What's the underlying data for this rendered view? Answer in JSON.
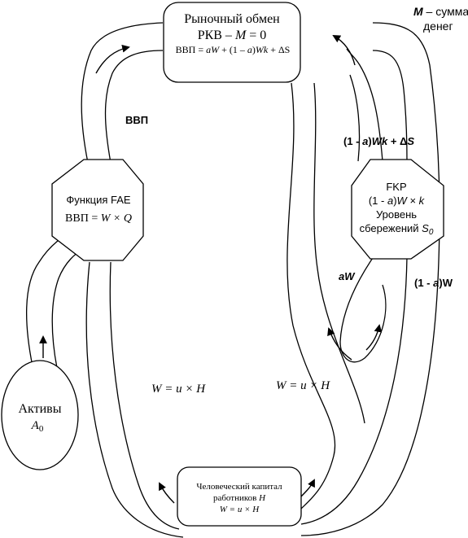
{
  "market": {
    "title": "Рыночный обмен",
    "eq_left": "РКВ – ",
    "eq_m": "M",
    "eq_right": " = 0",
    "gdp_a": "ВВП = ",
    "gdp_b": "aW",
    "gdp_c": " + (1 – ",
    "gdp_d": "a",
    "gdp_e": ")",
    "gdp_f": "Wk",
    "gdp_g": " + ΔS"
  },
  "money_label": {
    "m": "M",
    "line1_rest": " – сумма",
    "line2": "денег"
  },
  "gdp_label": "ВВП",
  "fae": {
    "title": "Функция FAE",
    "formula_a": "ВВП = ",
    "formula_b": "W × Q"
  },
  "fkp": {
    "title": "FKP",
    "line2_a": "(1 - ",
    "line2_b": "a",
    "line2_c": ")",
    "line2_d": "W",
    "line2_e": " × ",
    "line2_f": "k",
    "line3": "Уровень",
    "line4_a": "сбережений ",
    "line4_b": "S",
    "line4_sub": "0"
  },
  "flow_labels": {
    "top_right_a": "(1 - ",
    "top_right_b": "a",
    "top_right_c": ")",
    "top_right_d": "Wk",
    "top_right_e": " + Δ",
    "top_right_f": "S",
    "aw": "aW",
    "one_minus_aw_a": "(1 - ",
    "one_minus_aw_b": "a",
    "one_minus_aw_c": ")W",
    "w_left": "W = u × H",
    "w_right": "W = u × H"
  },
  "assets": {
    "title": "Активы",
    "a": "A",
    "sub": "0"
  },
  "human_capital": {
    "line1": "Человеческий капитал",
    "line2_a": "работников ",
    "line2_b": "H",
    "line3": "W = u × H"
  }
}
